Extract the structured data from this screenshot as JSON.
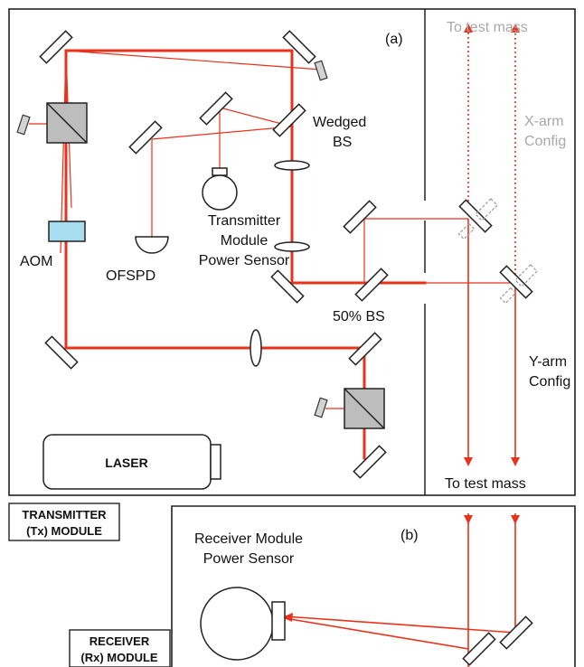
{
  "labels": {
    "panel_a": "(a)",
    "panel_b": "(b)",
    "to_test_mass_top": "To  test mass",
    "to_test_mass_bottom": "To  test mass",
    "x_arm_line1": "X-arm",
    "x_arm_line2": "Config",
    "y_arm_line1": "Y-arm",
    "y_arm_line2": "Config",
    "wedged_bs_line1": "Wedged",
    "wedged_bs_line2": "BS",
    "tx_sensor_line1": "Transmitter",
    "tx_sensor_line2": "Module",
    "tx_sensor_line3": "Power Sensor",
    "aom": "AOM",
    "ofspd": "OFSPD",
    "bs50": "50% BS",
    "laser": "LASER",
    "tx_module_line1": "TRANSMITTER",
    "tx_module_line2": "(Tx) MODULE",
    "rx_sensor_line1": "Receiver Module",
    "rx_sensor_line2": "Power Sensor",
    "rx_module_line1": "RECEIVER",
    "rx_module_line2": "(Rx) MODULE"
  },
  "colors": {
    "beam": "#e8321c",
    "frame": "#222222",
    "aom_fill": "#a8dcef",
    "bs_fill": "#bdbdbd",
    "grey_text": "#a8a8a8"
  }
}
